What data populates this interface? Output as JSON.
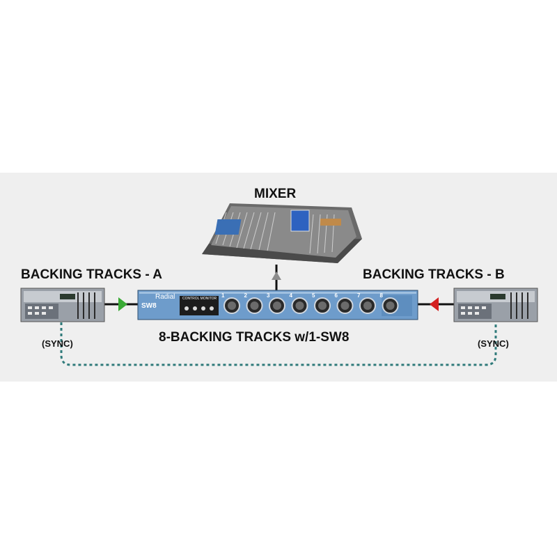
{
  "labels": {
    "mixer": "MIXER",
    "tracks_a": "BACKING TRACKS - A",
    "tracks_b": "BACKING TRACKS - B",
    "caption": "8-BACKING TRACKS w/1-SW8",
    "sync_left": "(SYNC)",
    "sync_right": "(SYNC)"
  },
  "switcher": {
    "brand": "Radial",
    "model": "SW8",
    "panel_title": "CONTROL MONITOR",
    "channels": [
      "1",
      "2",
      "3",
      "4",
      "5",
      "6",
      "7",
      "8"
    ]
  },
  "colors": {
    "band": "#efefef",
    "switcher_blue": "#6e9ccb",
    "arrow_a": "#3aaa35",
    "arrow_b": "#d42020",
    "arrow_mixer": "#8c8c8c",
    "sync_line": "#2f7a7a"
  },
  "icons": [
    "mixer-console-icon",
    "recorder-a-icon",
    "recorder-b-icon",
    "sw8-switcher-icon"
  ]
}
